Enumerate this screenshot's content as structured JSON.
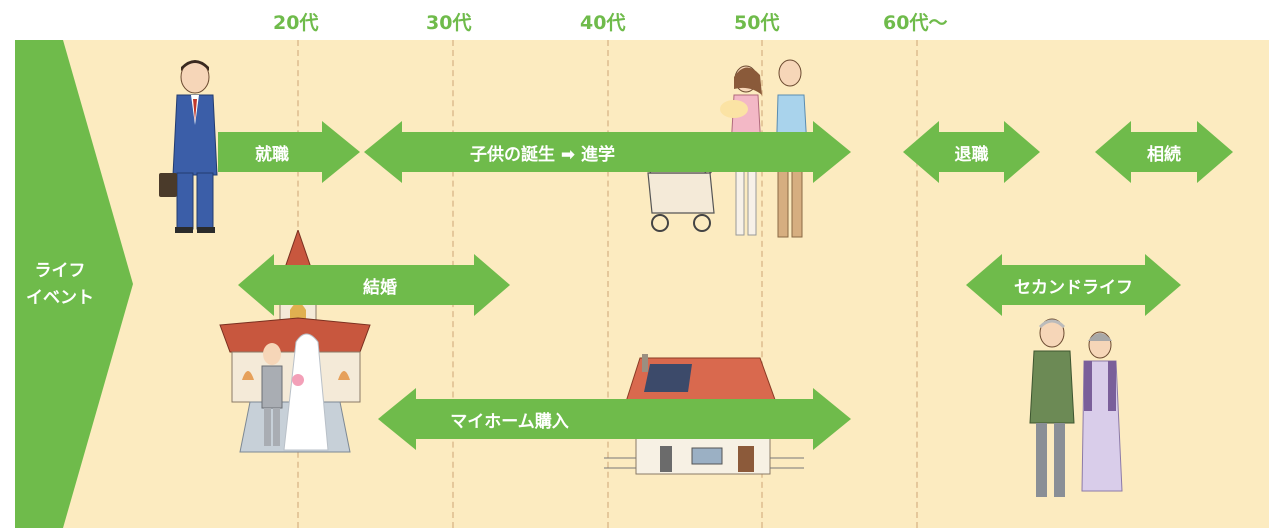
{
  "age_labels": [
    "20代",
    "30代",
    "40代",
    "50代",
    "60代〜"
  ],
  "row_label": {
    "line1": "ライフ",
    "line2": "イベント"
  },
  "events": {
    "employment": "就職",
    "child": "子供の誕生 ➡ 進学",
    "retirement": "退職",
    "inheritance": "相続",
    "marriage": "結婚",
    "second_life": "セカンドライフ",
    "home_purchase": "マイホーム購入"
  },
  "colors": {
    "accent": "#6fbb4b",
    "panel": "#fcebc0",
    "grid": "#e5c89b"
  },
  "illustrations": [
    "businessman-illustration",
    "family-with-stroller-illustration",
    "wedding-chapel-illustration",
    "house-illustration",
    "elderly-couple-illustration"
  ]
}
